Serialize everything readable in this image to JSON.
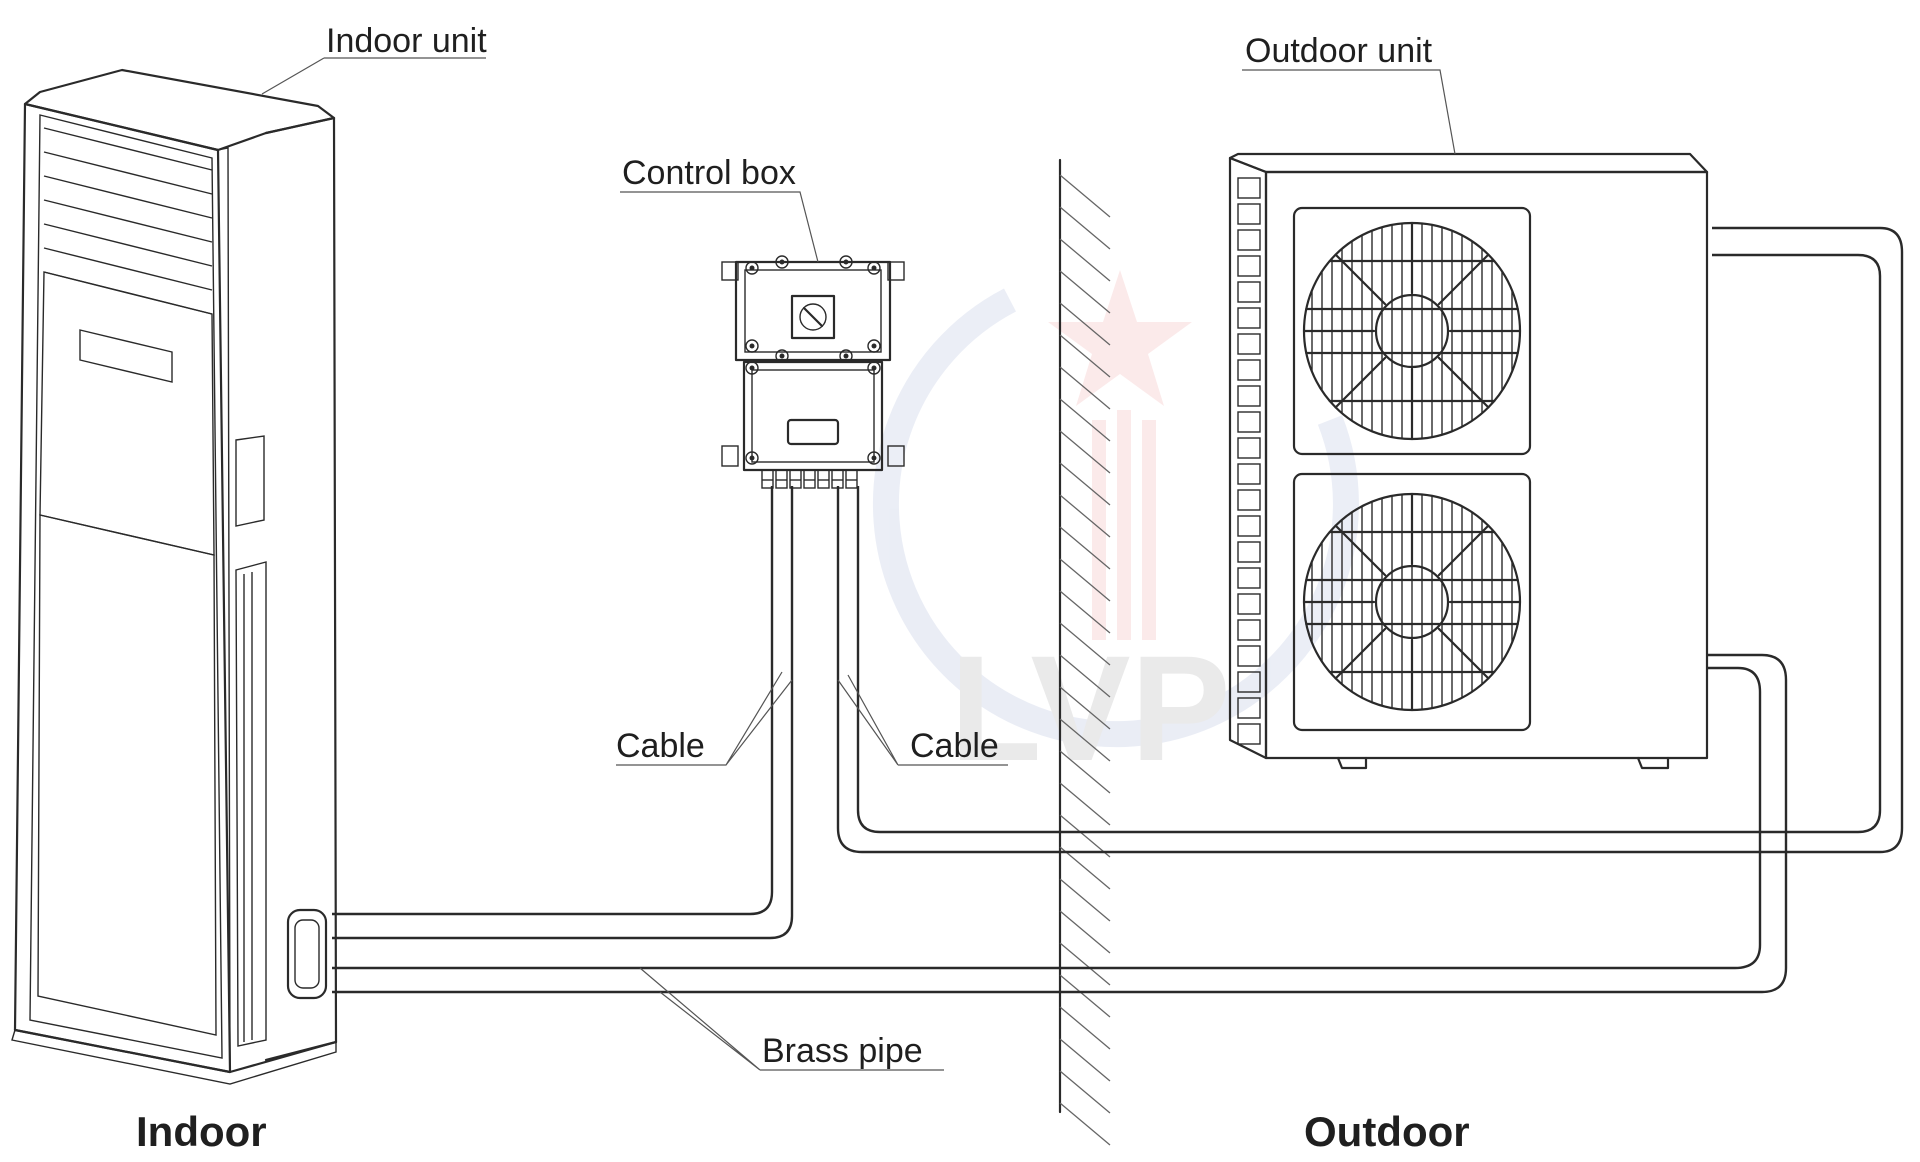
{
  "labels": {
    "indoor_unit": "Indoor unit",
    "outdoor_unit": "Outdoor unit",
    "control_box": "Control box",
    "cable_left": "Cable",
    "cable_right": "Cable",
    "brass_pipe": "Brass pipe",
    "indoor": "Indoor",
    "outdoor": "Outdoor"
  },
  "colors": {
    "line": "#2a2a2a",
    "watermark_red": "#d62020",
    "watermark_blue": "#1f3f9a"
  },
  "icons": {
    "control_box_switch": "rotary-switch-icon",
    "watermark": "brand-logo-watermark"
  }
}
